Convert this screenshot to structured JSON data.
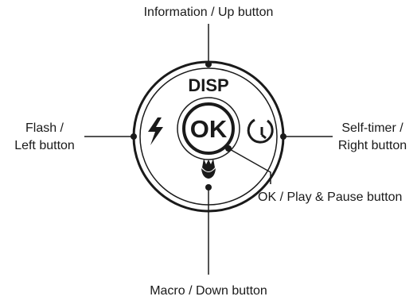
{
  "pad_labels": {
    "top": "DISP",
    "center": "OK"
  },
  "callouts": {
    "up": "Information / Up button",
    "left": [
      "Flash /",
      "Left button"
    ],
    "right": [
      "Self-timer /",
      "Right button"
    ],
    "ok": "OK / Play & Pause button",
    "down": "Macro / Down button"
  },
  "icons": {
    "left": "flash-icon",
    "right": "self-timer-icon",
    "down": "macro-icon"
  },
  "colors": {
    "ink": "#1a1a1a",
    "background": "#ffffff"
  }
}
